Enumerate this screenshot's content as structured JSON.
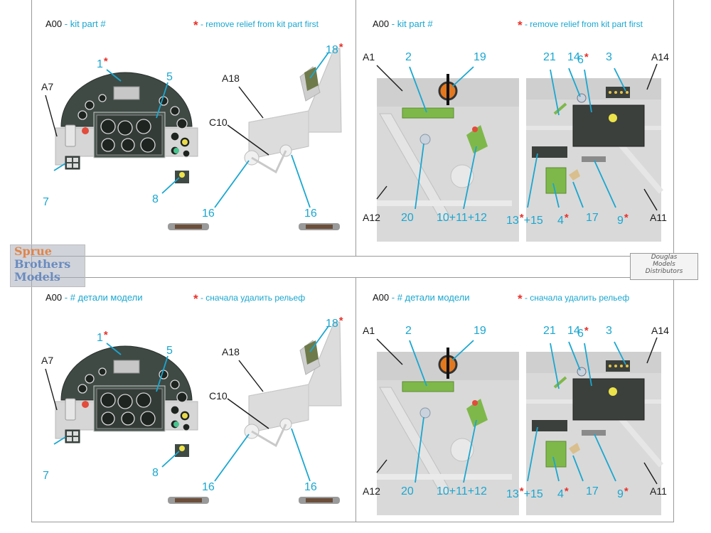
{
  "colors": {
    "accent": "#1aa7d0",
    "star": "#e8322b",
    "instrument_panel": "#3f4a45",
    "plastic_grey": "#d9d9d9",
    "frame_line": "#9a9a9a"
  },
  "panels": {
    "top_left": {
      "part_code": "A00",
      "part_note": " - kit part #",
      "relief_note": " - remove relief from kit part first",
      "labels": {
        "l1": "1",
        "l5": "5",
        "lA7": "A7",
        "l7": "7",
        "l8": "8",
        "l18": "18",
        "lA18": "A18",
        "lC10": "C10",
        "l16a": "16",
        "l16b": "16"
      }
    },
    "top_right": {
      "part_code": "A00",
      "part_note": " - kit part #",
      "relief_note": " - remove relief from kit part first",
      "labels": {
        "lA1": "A1",
        "l2": "2",
        "l19": "19",
        "l21": "21",
        "l14": "14",
        "l6": "6",
        "l3": "3",
        "lA14": "A14",
        "lA12": "A12",
        "l20": "20",
        "l10": "10+11+12",
        "l13": "13",
        "l15": "+15",
        "l4": "4",
        "l17": "17",
        "l9": "9",
        "lA11": "A11"
      }
    },
    "bottom_left": {
      "part_code": "A00",
      "part_note": " - # детали модели",
      "relief_note": " - сначала удалить рельеф",
      "labels": {
        "l1": "1",
        "l5": "5",
        "lA7": "A7",
        "l7": "7",
        "l8": "8",
        "l18": "18",
        "lA18": "A18",
        "lC10": "C10",
        "l16a": "16",
        "l16b": "16"
      }
    },
    "bottom_right": {
      "part_code": "A00",
      "part_note": " - # детали модели",
      "relief_note": " - сначала удалить рельеф",
      "labels": {
        "lA1": "A1",
        "l2": "2",
        "l19": "19",
        "l21": "21",
        "l14": "14",
        "l6": "6",
        "l3": "3",
        "lA14": "A14",
        "lA12": "A12",
        "l20": "20",
        "l10": "10+11+12",
        "l13": "13",
        "l15": "+15",
        "l4": "4",
        "l17": "17",
        "l9": "9",
        "lA11": "A11"
      }
    }
  },
  "watermarks": {
    "left": [
      "Sprue",
      "Brothers",
      "Models"
    ],
    "right": [
      "Douglas",
      "Models",
      "Distributors"
    ]
  }
}
